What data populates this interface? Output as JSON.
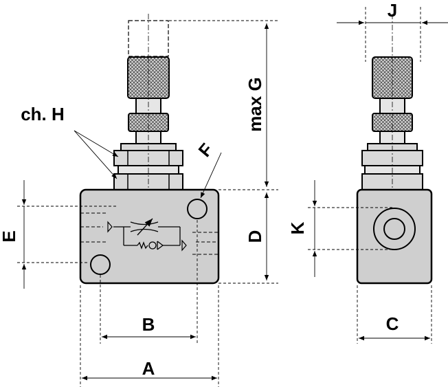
{
  "dimensions": {
    "A": "A",
    "B": "B",
    "C": "C",
    "D": "D",
    "E": "E",
    "F": "F",
    "G": "max G",
    "H": "ch. H",
    "J": "J",
    "K": "K"
  },
  "colors": {
    "body_fill": "#cfcfcf",
    "line": "#000000",
    "knurl_fill": "#bdbdbd"
  }
}
